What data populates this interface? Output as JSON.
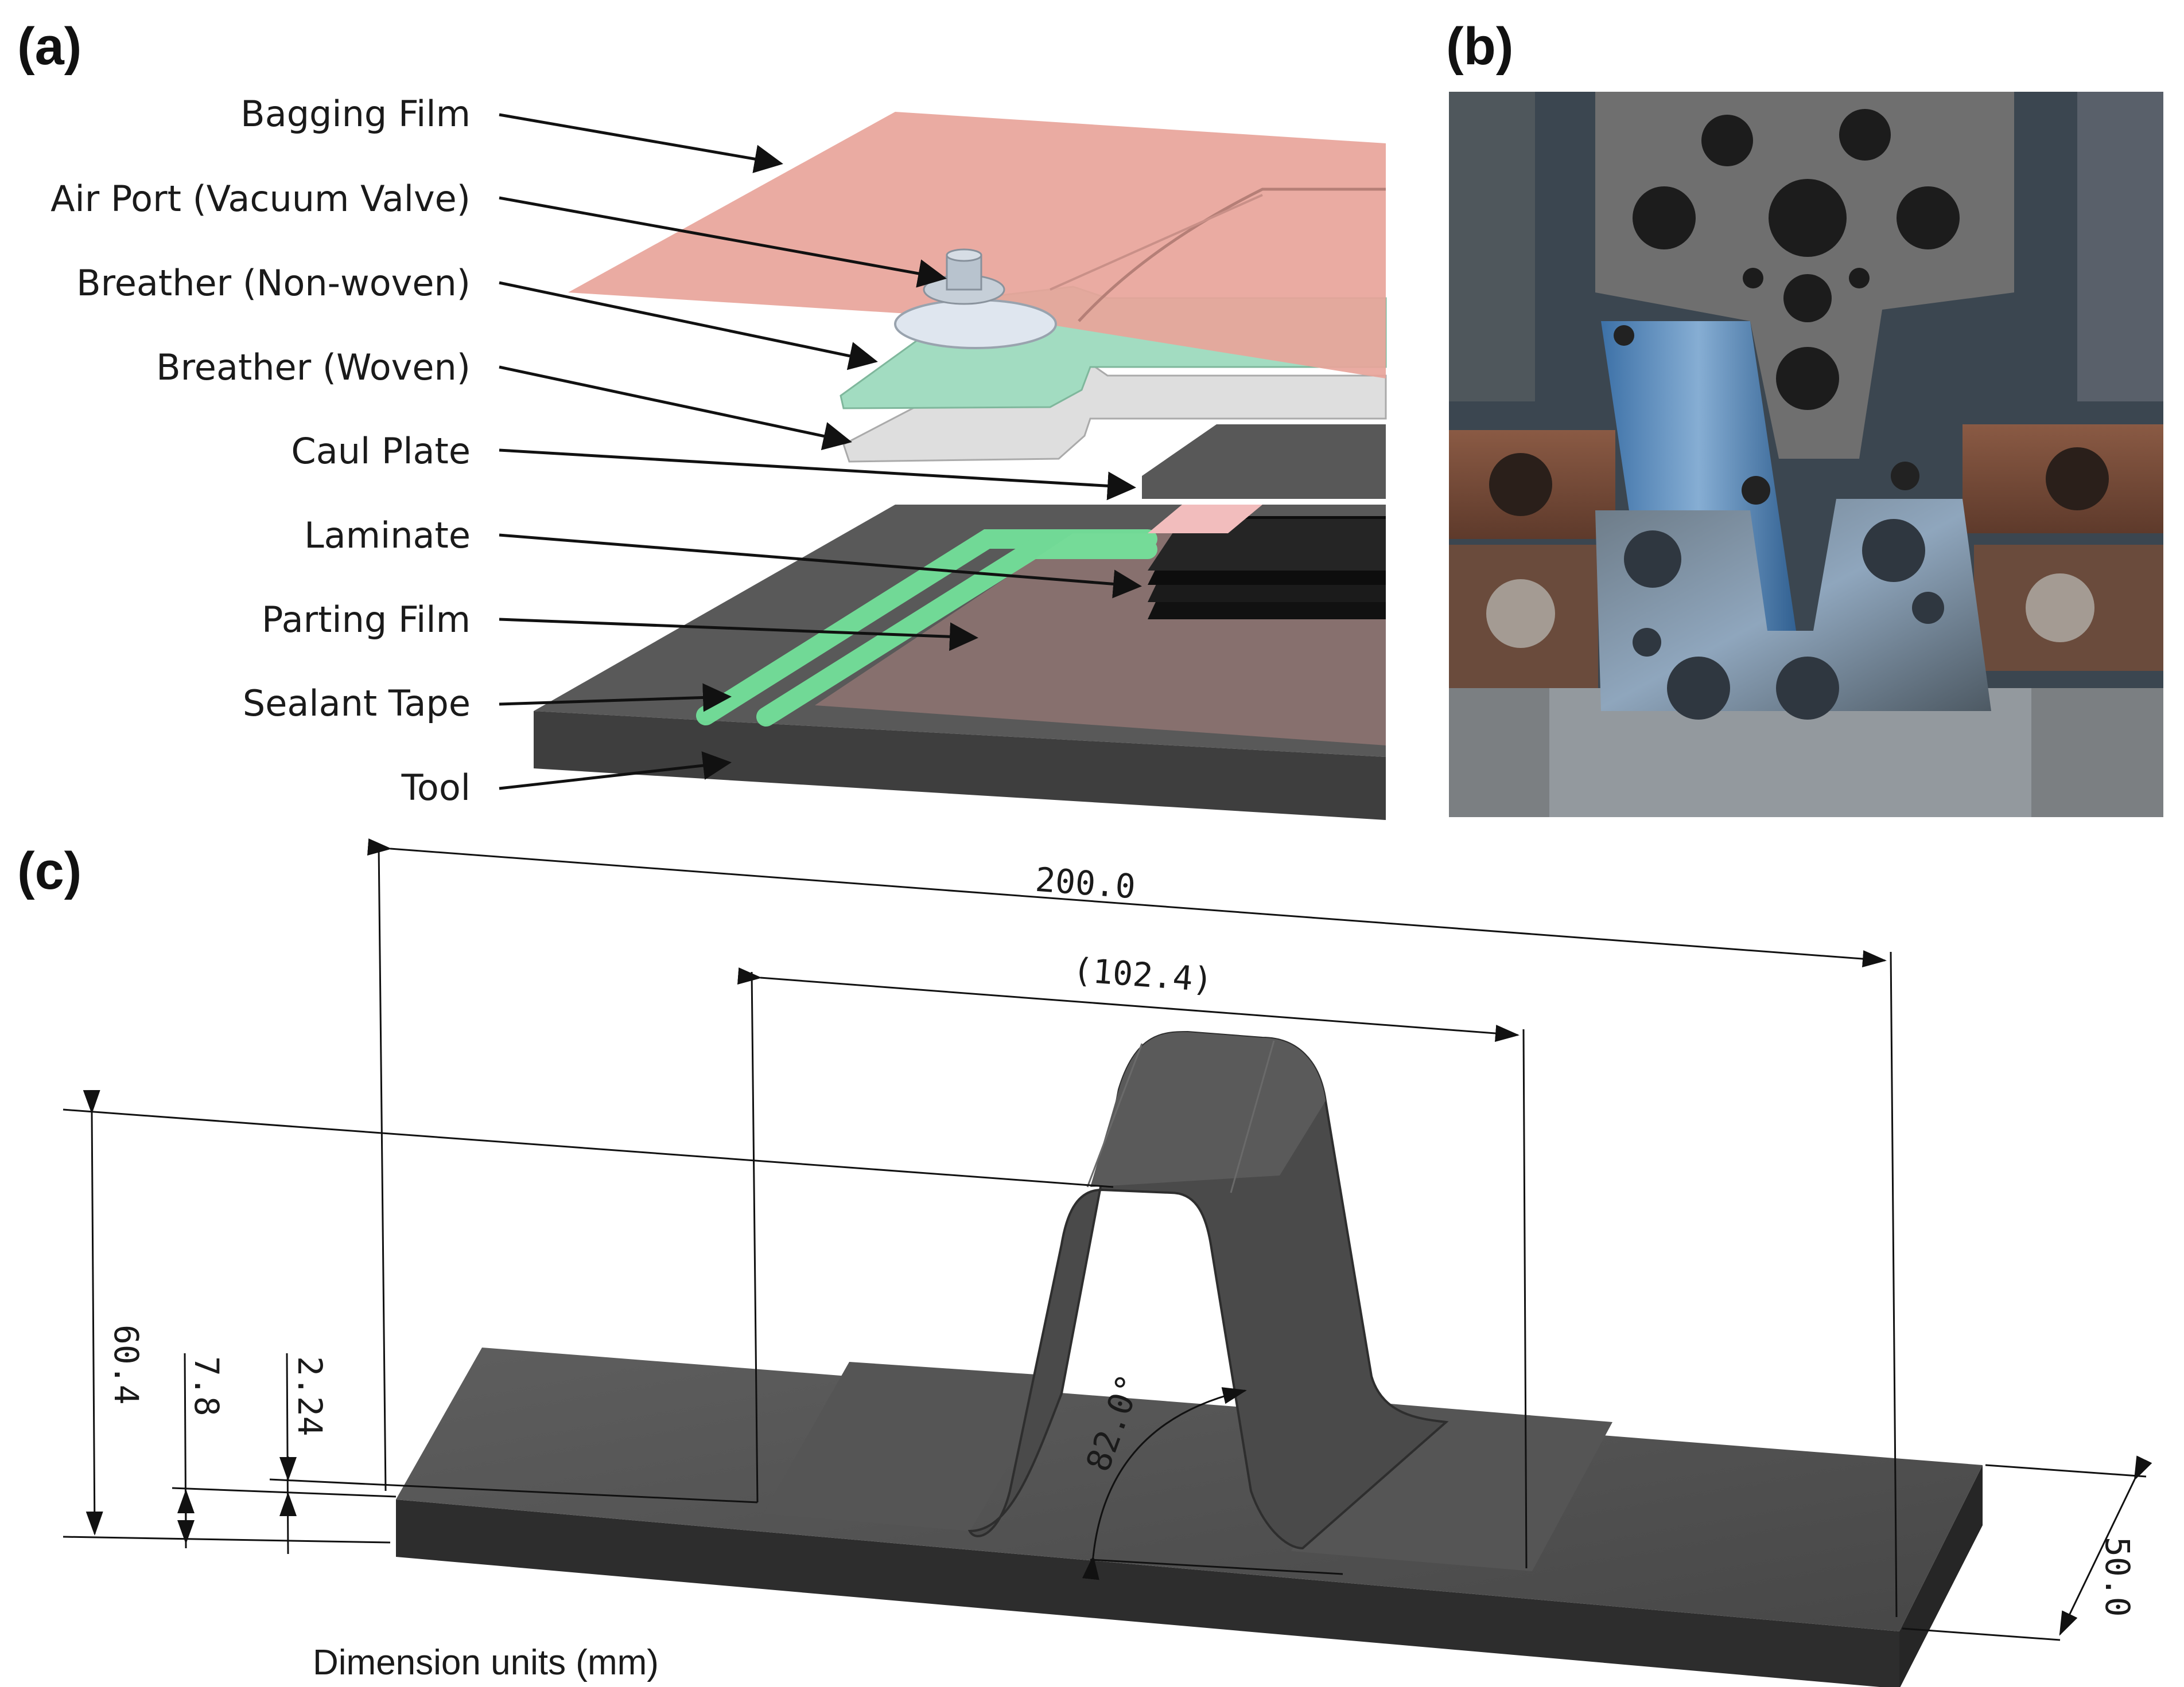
{
  "panels": {
    "a": "(a)",
    "b": "(b)",
    "c": "(c)"
  },
  "layup_layers": [
    "Bagging Film",
    "Air Port (Vacuum Valve)",
    "Breather (Non-woven)",
    "Breather (Woven)",
    "Caul Plate",
    "Laminate",
    "Parting Film",
    "Sealant Tape",
    "Tool"
  ],
  "dimensions": {
    "overall_length": "200.0",
    "hat_span": "(102.4)",
    "height": "60.4",
    "flange_thickness": "7.8",
    "base_thickness": "2.24",
    "angle": "82.0°",
    "width": "50.0"
  },
  "units_note": "Dimension units (mm)",
  "colors": {
    "bagging_film": "#e8a49a",
    "breather_nonwoven": "#9fdcbf",
    "breather_woven": "#dcdcdc",
    "caul_plate": "#5a5a5a",
    "parting_film": "#9a7b78",
    "tool": "#555555",
    "sealant_tape": "#6ee59a",
    "part": "#4a4a4a"
  }
}
